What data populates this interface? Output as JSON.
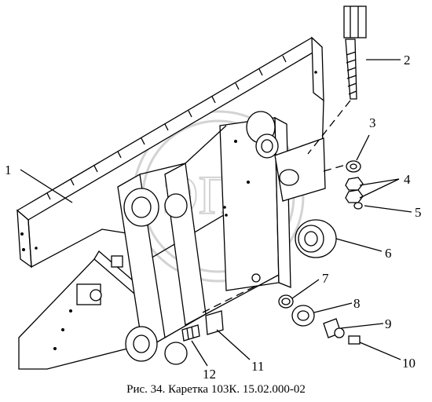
{
  "caption": "Рис. 34. Каретка 103К. 15.02.000-02",
  "watermark_text": "ЭПС",
  "labels": [
    {
      "id": "1",
      "text": "1"
    },
    {
      "id": "2",
      "text": "2"
    },
    {
      "id": "3",
      "text": "3"
    },
    {
      "id": "4",
      "text": "4"
    },
    {
      "id": "5",
      "text": "5"
    },
    {
      "id": "6",
      "text": "6"
    },
    {
      "id": "7",
      "text": "7"
    },
    {
      "id": "8",
      "text": "8"
    },
    {
      "id": "9",
      "text": "9"
    },
    {
      "id": "10",
      "text": "10"
    },
    {
      "id": "11",
      "text": "11"
    },
    {
      "id": "12",
      "text": "12"
    }
  ],
  "colors": {
    "line": "#000000",
    "background": "#ffffff",
    "watermark": "#d3d3d3"
  }
}
